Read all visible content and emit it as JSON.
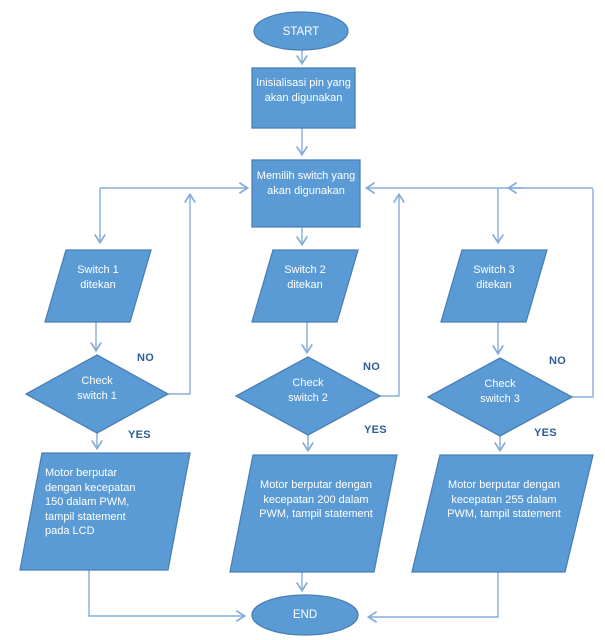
{
  "diagram_type": "flowchart",
  "colors": {
    "shape_fill": "#5b9bd5",
    "shape_border": "#4a7fb5",
    "connector": "#85add8",
    "branch_label_text": "#2c5d98",
    "node_text": "#ffffff",
    "background": "#ffffff"
  },
  "nodes": {
    "start": "START",
    "init": "Inisialisasi pin yang akan digunakan",
    "select_switch": "Memilih switch yang akan digunakan",
    "switch1": "Switch 1 ditekan",
    "switch2": "Switch 2 ditekan",
    "switch3": "Switch 3 ditekan",
    "check1": "Check switch 1",
    "check2": "Check switch 2",
    "check3": "Check switch 3",
    "motor1": "Motor berputar dengan kecepatan 150 dalam PWM, tampil statement pada LCD",
    "motor2": "Motor berputar dengan kecepatan 200 dalam PWM, tampil statement",
    "motor3": "Motor berputar dengan kecepatan 255 dalam PWM, tampil statement",
    "end": "END"
  },
  "labels": {
    "yes": "YES",
    "no": "NO"
  },
  "edges": [
    {
      "from": "start",
      "to": "init"
    },
    {
      "from": "init",
      "to": "select_switch"
    },
    {
      "from": "select_switch",
      "to": "switch1"
    },
    {
      "from": "select_switch",
      "to": "switch2"
    },
    {
      "from": "select_switch",
      "to": "switch3"
    },
    {
      "from": "switch1",
      "to": "check1"
    },
    {
      "from": "switch2",
      "to": "check2"
    },
    {
      "from": "switch3",
      "to": "check3"
    },
    {
      "from": "check1",
      "to": "select_switch",
      "label": "NO"
    },
    {
      "from": "check1",
      "to": "motor1",
      "label": "YES"
    },
    {
      "from": "check2",
      "to": "select_switch",
      "label": "NO"
    },
    {
      "from": "check2",
      "to": "motor2",
      "label": "YES"
    },
    {
      "from": "check3",
      "to": "select_switch",
      "label": "NO"
    },
    {
      "from": "check3",
      "to": "motor3",
      "label": "YES"
    },
    {
      "from": "motor1",
      "to": "end"
    },
    {
      "from": "motor2",
      "to": "end"
    },
    {
      "from": "motor3",
      "to": "end"
    }
  ]
}
